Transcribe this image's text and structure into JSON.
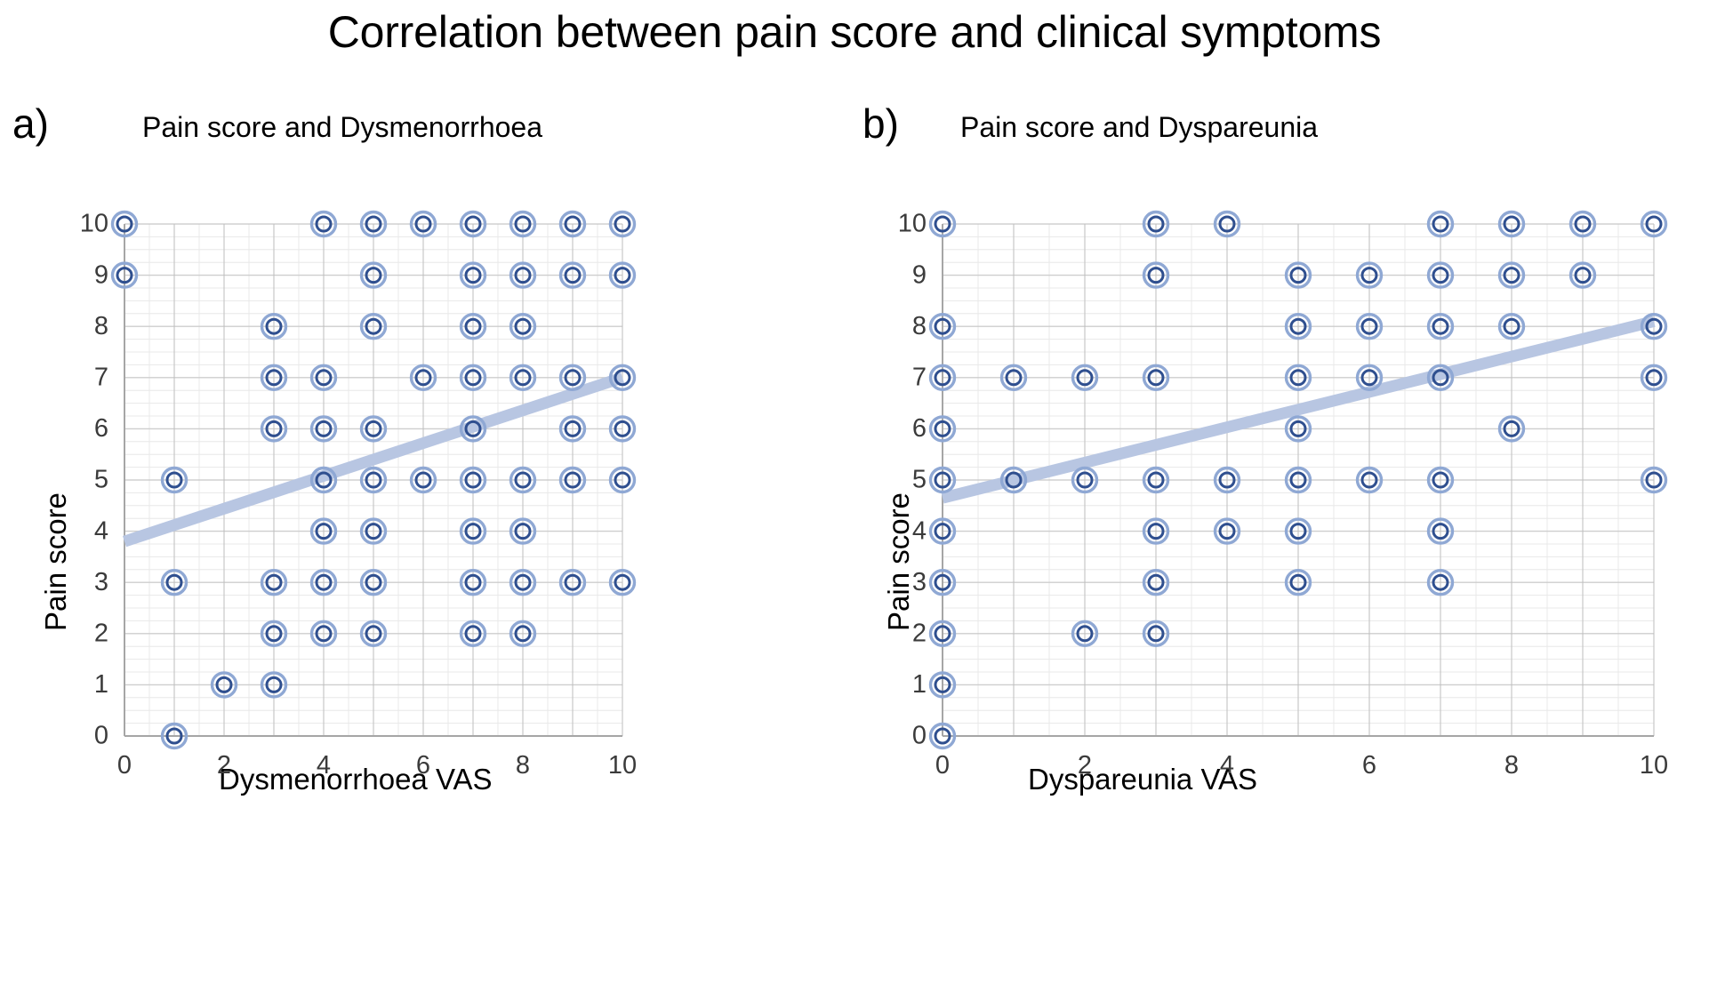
{
  "figure": {
    "title": "Correlation between pain score and clinical symptoms",
    "marker_outer_color": "#8fa8d4",
    "marker_inner_color": "#2f4f8f",
    "trendline_color": "#b8c6e2",
    "grid_major_color": "#bfbfbf",
    "grid_minor_color": "#e8e8e8",
    "axis_color": "#a6a6a6",
    "tick_text_color": "#3b3b3b"
  },
  "panels": [
    {
      "letter": "a)",
      "subtitle": "Pain score and Dysmenorrhoea",
      "xlabel": "Dysmenorrhoea   VAS",
      "ylabel": "Pain score"
    },
    {
      "letter": "b)",
      "subtitle": "Pain score and Dyspareunia",
      "xlabel": "Dyspareunia   VAS",
      "ylabel": "Pain score"
    }
  ],
  "chart_data": [
    {
      "type": "scatter",
      "id": "panel-a",
      "title": "Pain score and Dysmenorrhoea",
      "xlabel": "Dysmenorrhoea   VAS",
      "ylabel": "Pain score",
      "xlim": [
        0,
        10
      ],
      "ylim": [
        0,
        10
      ],
      "xticks": [
        0,
        2,
        4,
        6,
        8,
        10
      ],
      "yticks": [
        0,
        1,
        2,
        3,
        4,
        5,
        6,
        7,
        8,
        9,
        10
      ],
      "grid": true,
      "legend": false,
      "points": [
        {
          "x": 0,
          "y": 10
        },
        {
          "x": 4,
          "y": 10
        },
        {
          "x": 5,
          "y": 10
        },
        {
          "x": 6,
          "y": 10
        },
        {
          "x": 7,
          "y": 10
        },
        {
          "x": 8,
          "y": 10
        },
        {
          "x": 9,
          "y": 10
        },
        {
          "x": 10,
          "y": 10
        },
        {
          "x": 0,
          "y": 9
        },
        {
          "x": 5,
          "y": 9
        },
        {
          "x": 7,
          "y": 9
        },
        {
          "x": 8,
          "y": 9
        },
        {
          "x": 9,
          "y": 9
        },
        {
          "x": 10,
          "y": 9
        },
        {
          "x": 3,
          "y": 8
        },
        {
          "x": 5,
          "y": 8
        },
        {
          "x": 7,
          "y": 8
        },
        {
          "x": 8,
          "y": 8
        },
        {
          "x": 3,
          "y": 7
        },
        {
          "x": 4,
          "y": 7
        },
        {
          "x": 6,
          "y": 7
        },
        {
          "x": 7,
          "y": 7
        },
        {
          "x": 8,
          "y": 7
        },
        {
          "x": 9,
          "y": 7
        },
        {
          "x": 10,
          "y": 7
        },
        {
          "x": 3,
          "y": 6
        },
        {
          "x": 4,
          "y": 6
        },
        {
          "x": 5,
          "y": 6
        },
        {
          "x": 7,
          "y": 6
        },
        {
          "x": 9,
          "y": 6
        },
        {
          "x": 10,
          "y": 6
        },
        {
          "x": 1,
          "y": 5
        },
        {
          "x": 4,
          "y": 5
        },
        {
          "x": 5,
          "y": 5
        },
        {
          "x": 6,
          "y": 5
        },
        {
          "x": 7,
          "y": 5
        },
        {
          "x": 8,
          "y": 5
        },
        {
          "x": 9,
          "y": 5
        },
        {
          "x": 10,
          "y": 5
        },
        {
          "x": 4,
          "y": 4
        },
        {
          "x": 5,
          "y": 4
        },
        {
          "x": 7,
          "y": 4
        },
        {
          "x": 8,
          "y": 4
        },
        {
          "x": 1,
          "y": 3
        },
        {
          "x": 3,
          "y": 3
        },
        {
          "x": 4,
          "y": 3
        },
        {
          "x": 5,
          "y": 3
        },
        {
          "x": 7,
          "y": 3
        },
        {
          "x": 8,
          "y": 3
        },
        {
          "x": 9,
          "y": 3
        },
        {
          "x": 10,
          "y": 3
        },
        {
          "x": 3,
          "y": 2
        },
        {
          "x": 4,
          "y": 2
        },
        {
          "x": 5,
          "y": 2
        },
        {
          "x": 7,
          "y": 2
        },
        {
          "x": 8,
          "y": 2
        },
        {
          "x": 2,
          "y": 1
        },
        {
          "x": 3,
          "y": 1
        },
        {
          "x": 1,
          "y": 0
        }
      ],
      "trendline": {
        "x0": 0,
        "y0": 3.8,
        "x1": 10,
        "y1": 7.0
      }
    },
    {
      "type": "scatter",
      "id": "panel-b",
      "title": "Pain score and Dyspareunia",
      "xlabel": "Dyspareunia   VAS",
      "ylabel": "Pain score",
      "xlim": [
        0,
        10
      ],
      "ylim": [
        0,
        10
      ],
      "xticks": [
        0,
        2,
        4,
        6,
        8,
        10
      ],
      "yticks": [
        0,
        1,
        2,
        3,
        4,
        5,
        6,
        7,
        8,
        9,
        10
      ],
      "grid": true,
      "legend": false,
      "points": [
        {
          "x": 0,
          "y": 10
        },
        {
          "x": 3,
          "y": 10
        },
        {
          "x": 4,
          "y": 10
        },
        {
          "x": 7,
          "y": 10
        },
        {
          "x": 8,
          "y": 10
        },
        {
          "x": 9,
          "y": 10
        },
        {
          "x": 10,
          "y": 10
        },
        {
          "x": 3,
          "y": 9
        },
        {
          "x": 5,
          "y": 9
        },
        {
          "x": 6,
          "y": 9
        },
        {
          "x": 7,
          "y": 9
        },
        {
          "x": 8,
          "y": 9
        },
        {
          "x": 9,
          "y": 9
        },
        {
          "x": 0,
          "y": 8
        },
        {
          "x": 5,
          "y": 8
        },
        {
          "x": 6,
          "y": 8
        },
        {
          "x": 7,
          "y": 8
        },
        {
          "x": 8,
          "y": 8
        },
        {
          "x": 10,
          "y": 8
        },
        {
          "x": 0,
          "y": 7
        },
        {
          "x": 1,
          "y": 7
        },
        {
          "x": 2,
          "y": 7
        },
        {
          "x": 3,
          "y": 7
        },
        {
          "x": 5,
          "y": 7
        },
        {
          "x": 6,
          "y": 7
        },
        {
          "x": 7,
          "y": 7
        },
        {
          "x": 10,
          "y": 7
        },
        {
          "x": 0,
          "y": 6
        },
        {
          "x": 5,
          "y": 6
        },
        {
          "x": 8,
          "y": 6
        },
        {
          "x": 0,
          "y": 5
        },
        {
          "x": 1,
          "y": 5
        },
        {
          "x": 2,
          "y": 5
        },
        {
          "x": 3,
          "y": 5
        },
        {
          "x": 4,
          "y": 5
        },
        {
          "x": 5,
          "y": 5
        },
        {
          "x": 6,
          "y": 5
        },
        {
          "x": 7,
          "y": 5
        },
        {
          "x": 10,
          "y": 5
        },
        {
          "x": 0,
          "y": 4
        },
        {
          "x": 3,
          "y": 4
        },
        {
          "x": 4,
          "y": 4
        },
        {
          "x": 5,
          "y": 4
        },
        {
          "x": 7,
          "y": 4
        },
        {
          "x": 0,
          "y": 3
        },
        {
          "x": 3,
          "y": 3
        },
        {
          "x": 5,
          "y": 3
        },
        {
          "x": 7,
          "y": 3
        },
        {
          "x": 0,
          "y": 2
        },
        {
          "x": 2,
          "y": 2
        },
        {
          "x": 3,
          "y": 2
        },
        {
          "x": 0,
          "y": 1
        },
        {
          "x": 0,
          "y": 0
        }
      ],
      "trendline": {
        "x0": 0,
        "y0": 4.65,
        "x1": 10,
        "y1": 8.1
      }
    }
  ]
}
